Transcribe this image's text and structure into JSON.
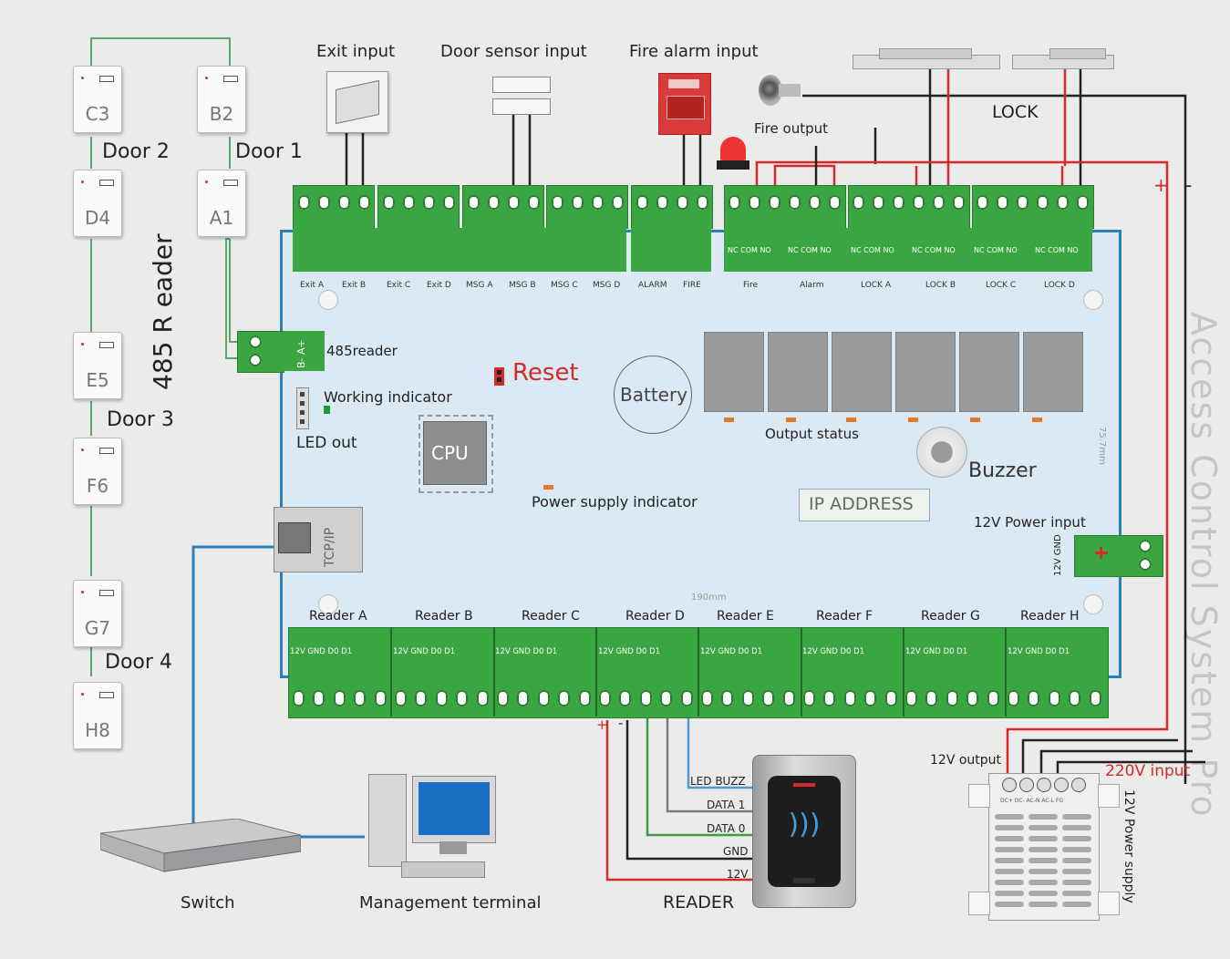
{
  "readers_left": [
    {
      "code": "C3"
    },
    {
      "code": "B2"
    },
    {
      "code": "D4"
    },
    {
      "code": "A1"
    },
    {
      "code": "E5"
    },
    {
      "code": "F6"
    },
    {
      "code": "G7"
    },
    {
      "code": "H8"
    }
  ],
  "doors": {
    "door1": "Door 1",
    "door2": "Door 2",
    "door3": "Door 3",
    "door4": "Door 4"
  },
  "reader_bus_label": "485 R eader",
  "inputs": {
    "exit": "Exit input",
    "door_sensor": "Door sensor input",
    "fire_alarm": "Fire alarm input"
  },
  "fire_output": "Fire output",
  "lock": "LOCK",
  "top_terminals": {
    "sub_labels": [
      "Exit A",
      "Exit B",
      "Exit C",
      "Exit D",
      "MSG A",
      "MSG B",
      "MSG C",
      "MSG D",
      "ALARM",
      "FIRE"
    ],
    "relay_pin_text": "NC COM NO",
    "relay_groups": [
      "Fire",
      "Alarm",
      "LOCK A",
      "LOCK B",
      "LOCK C",
      "LOCK D"
    ]
  },
  "board": {
    "reader485": "485reader",
    "reader485_pins": "B- A+",
    "reset": "Reset",
    "battery": "Battery",
    "working_indicator": "Working indicator",
    "led_out": "LED out",
    "cpu": "CPU",
    "output_status": "Output status",
    "buzzer": "Buzzer",
    "power_supply_indicator": "Power supply indicator",
    "ip_address": "IP ADDRESS",
    "power_input": "12V Power input",
    "power_pins": "12V GND",
    "tcpip": "TCP/IP",
    "dim_width": "190mm",
    "dim_height": "75.7mm"
  },
  "reader_ports": {
    "names": [
      "Reader A",
      "Reader B",
      "Reader C",
      "Reader D",
      "Reader E",
      "Reader F",
      "Reader G",
      "Reader H"
    ],
    "pin_text": "12V GND D0 D1"
  },
  "devices": {
    "switch": "Switch",
    "terminal": "Management terminal",
    "reader": "READER",
    "reader_wires": [
      "LED BUZZ",
      "DATA 1",
      "DATA 0",
      "GND",
      "12V"
    ],
    "out12v": "12V output",
    "in220v": "220V input",
    "psu": "12V Power supply",
    "psu_pins": "DC+ DC- AC-N AC-L FG"
  },
  "watermark": "Access Control System Pro",
  "polarity": {
    "plus": "+",
    "minus": "-"
  },
  "colors": {
    "terminal_green": "#3aa641",
    "board_blue": "#2c7fb8",
    "wire_red": "#d42a2a",
    "wire_black": "#222222",
    "wire_green": "#3c9a4a",
    "reset_red": "#d42a2a"
  }
}
